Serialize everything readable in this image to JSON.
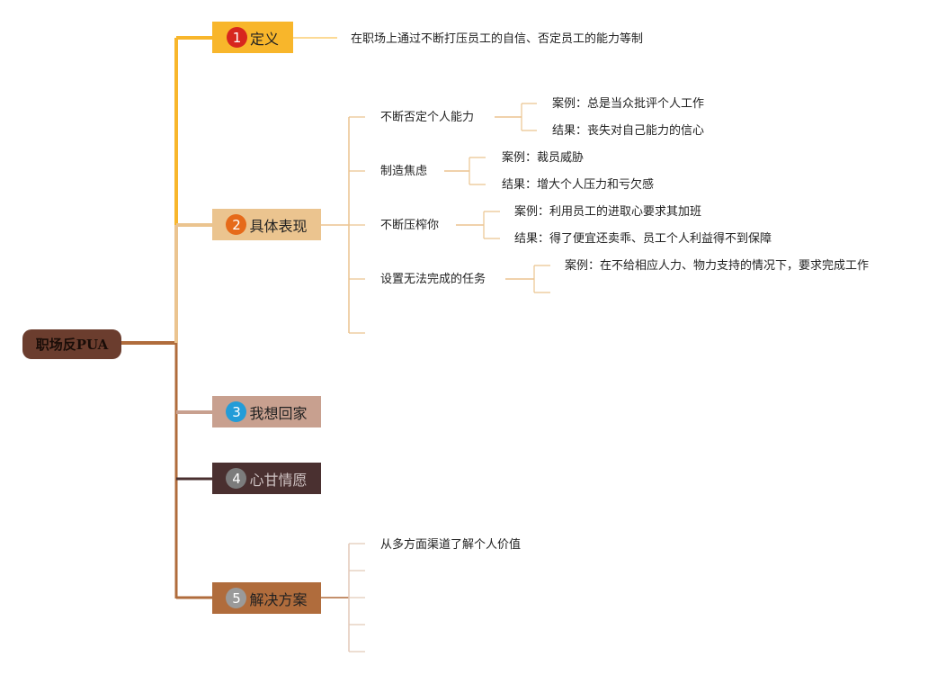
{
  "root": {
    "label": "职场反PUA"
  },
  "branches": [
    {
      "number": "1",
      "label": "定义",
      "color": "#f8b62b",
      "badge_color": "#d7261e"
    },
    {
      "number": "2",
      "label": "具体表现",
      "color": "#ebc48f",
      "badge_color": "#e66a1a"
    },
    {
      "number": "3",
      "label": "我想回家",
      "color": "#c8a08f",
      "badge_color": "#239cd8"
    },
    {
      "number": "4",
      "label": "心甘情愿",
      "color": "#4a3030",
      "badge_color": "#7c7c7c"
    },
    {
      "number": "5",
      "label": "解决方案",
      "color": "#b06c3c",
      "badge_color": "#9a9a9a"
    }
  ],
  "definition": {
    "text": "在职场上通过不断打压员工的自信、否定员工的能力等制"
  },
  "manifestations": [
    {
      "label": "不断否定个人能力",
      "case": "案例：总是当众批评个人工作",
      "result": "结果：丧失对自己能力的信心"
    },
    {
      "label": "制造焦虑",
      "case": "案例：裁员威胁",
      "result": "结果：增大个人压力和亏欠感"
    },
    {
      "label": "不断压榨你",
      "case": "案例：利用员工的进取心要求其加班",
      "result": "结果：得了便宜还卖乖、员工个人利益得不到保障"
    },
    {
      "label": "设置无法完成的任务",
      "case": "案例：在不给相应人力、物力支持的情况下，要求完成工作"
    }
  ],
  "solutions": [
    {
      "label": "从多方面渠道了解个人价值"
    }
  ]
}
